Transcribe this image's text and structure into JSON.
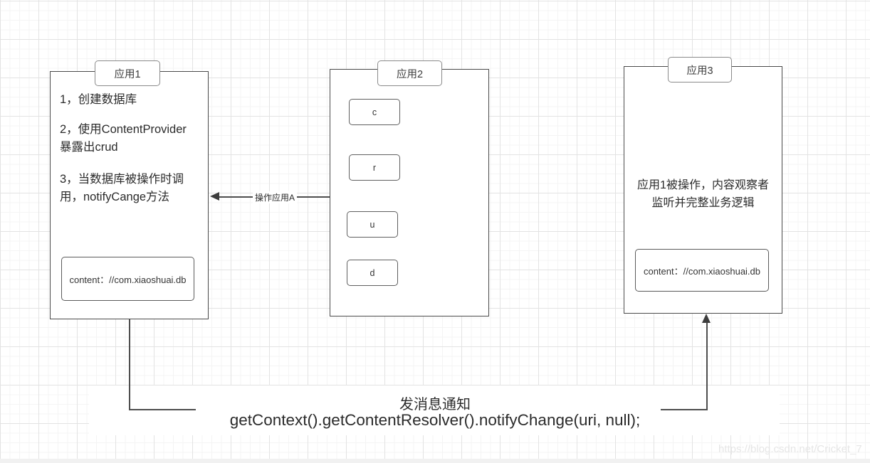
{
  "apps": [
    {
      "tab_label": "应用1",
      "lines": [
        "1，创建数据库",
        "2，使用ContentProvider\n暴露出crud",
        "3，当数据库被操作时调\n用，notifyCange方法"
      ],
      "uri_label": "content：//com.xiaoshuai.db"
    },
    {
      "tab_label": "应用2",
      "crud": [
        {
          "label": "c"
        },
        {
          "label": "r"
        },
        {
          "label": "u"
        },
        {
          "label": "d"
        }
      ]
    },
    {
      "tab_label": "应用3",
      "description": "应用1被操作，内容观察者\n监听并完整业务逻辑",
      "uri_label": "content：//com.xiaoshuai.db"
    }
  ],
  "connectors": {
    "operate_arrow_label": "操作应用A",
    "notify_title": "发消息通知",
    "notify_code": "getContext().getContentResolver().notifyChange(uri, null);"
  },
  "watermark": "https://blog.csdn.net/Cricket_7",
  "colors": {
    "box_border": "#4a4a4a",
    "tab_border": "#8a8a8a",
    "line": "#4d4d4d",
    "text": "#2b2b2b",
    "grid_major": "#e3e3e3",
    "grid_minor": "#f4f4f4"
  }
}
